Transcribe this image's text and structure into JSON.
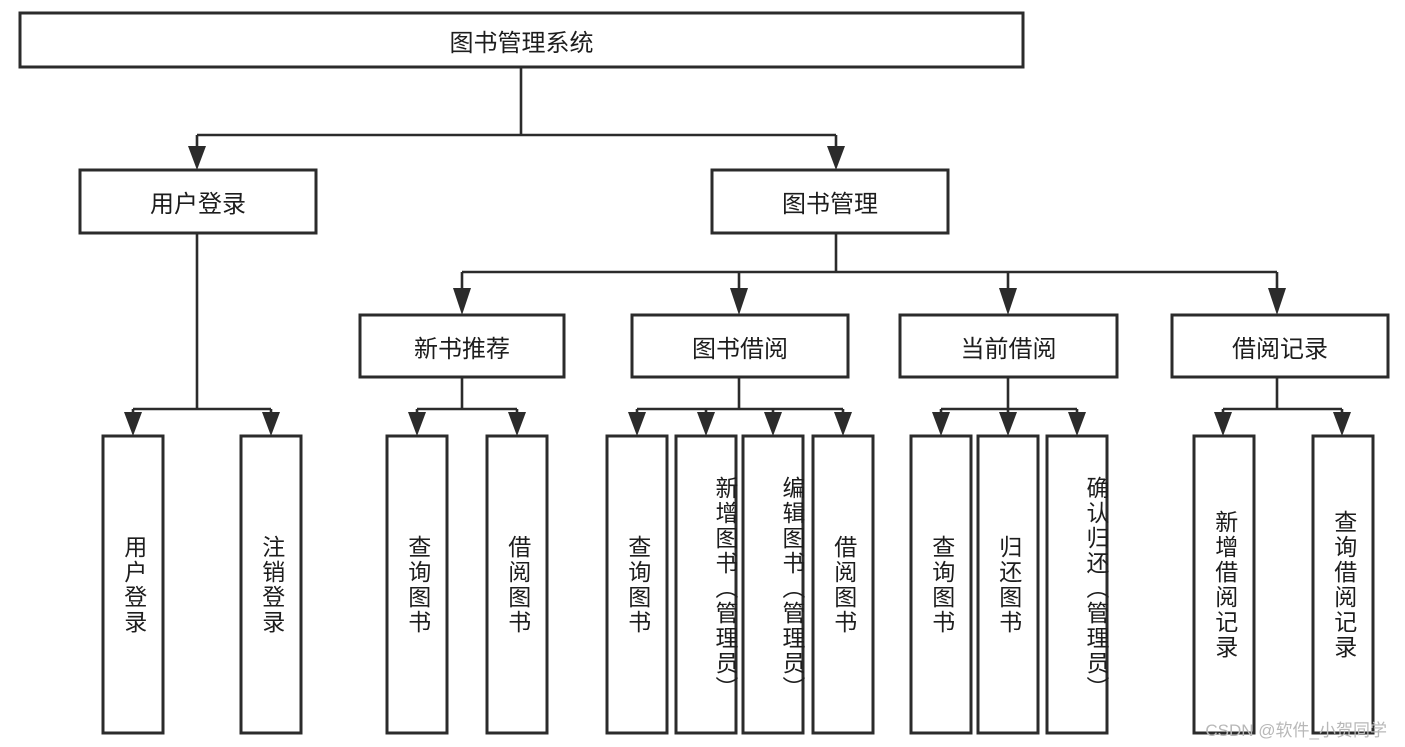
{
  "diagram": {
    "type": "tree-hierarchy-function-structure",
    "root": {
      "id": "root",
      "label": "图书管理系统"
    },
    "level1": [
      {
        "id": "l1-0",
        "label": "用户登录"
      },
      {
        "id": "l1-1",
        "label": "图书管理"
      }
    ],
    "level2": [
      {
        "id": "l2-0",
        "label": "新书推荐",
        "parent": "l1-1"
      },
      {
        "id": "l2-1",
        "label": "图书借阅",
        "parent": "l1-1"
      },
      {
        "id": "l2-2",
        "label": "当前借阅",
        "parent": "l1-1"
      },
      {
        "id": "l2-3",
        "label": "借阅记录",
        "parent": "l1-1"
      }
    ],
    "leaves": [
      {
        "id": "lf-0",
        "label": "用户登录",
        "parent": "l1-0"
      },
      {
        "id": "lf-1",
        "label": "注销登录",
        "parent": "l1-0"
      },
      {
        "id": "lf-2",
        "label": "查询图书",
        "parent": "l2-0"
      },
      {
        "id": "lf-3",
        "label": "借阅图书",
        "parent": "l2-0"
      },
      {
        "id": "lf-4",
        "label": "查询图书",
        "parent": "l2-1"
      },
      {
        "id": "lf-5",
        "label": "新增图书（管理员）",
        "parent": "l2-1"
      },
      {
        "id": "lf-6",
        "label": "编辑图书（管理员）",
        "parent": "l2-1"
      },
      {
        "id": "lf-7",
        "label": "借阅图书",
        "parent": "l2-1"
      },
      {
        "id": "lf-8",
        "label": "查询图书",
        "parent": "l2-2"
      },
      {
        "id": "lf-9",
        "label": "归还图书",
        "parent": "l2-2"
      },
      {
        "id": "lf-10",
        "label": "确认归还（管理员）",
        "parent": "l2-2"
      },
      {
        "id": "lf-11",
        "label": "新增借阅记录",
        "parent": "l2-3"
      },
      {
        "id": "lf-12",
        "label": "查询借阅记录",
        "parent": "l2-3"
      }
    ],
    "colors": {
      "background": "#ffffff",
      "box_stroke": "#2b2b2b",
      "box_fill": "#ffffff",
      "text": "#1d1d1d",
      "connector": "#2b2b2b",
      "watermark": "#b8b8b8"
    }
  },
  "watermark": {
    "text": "CSDN @软件_小贺同学"
  }
}
